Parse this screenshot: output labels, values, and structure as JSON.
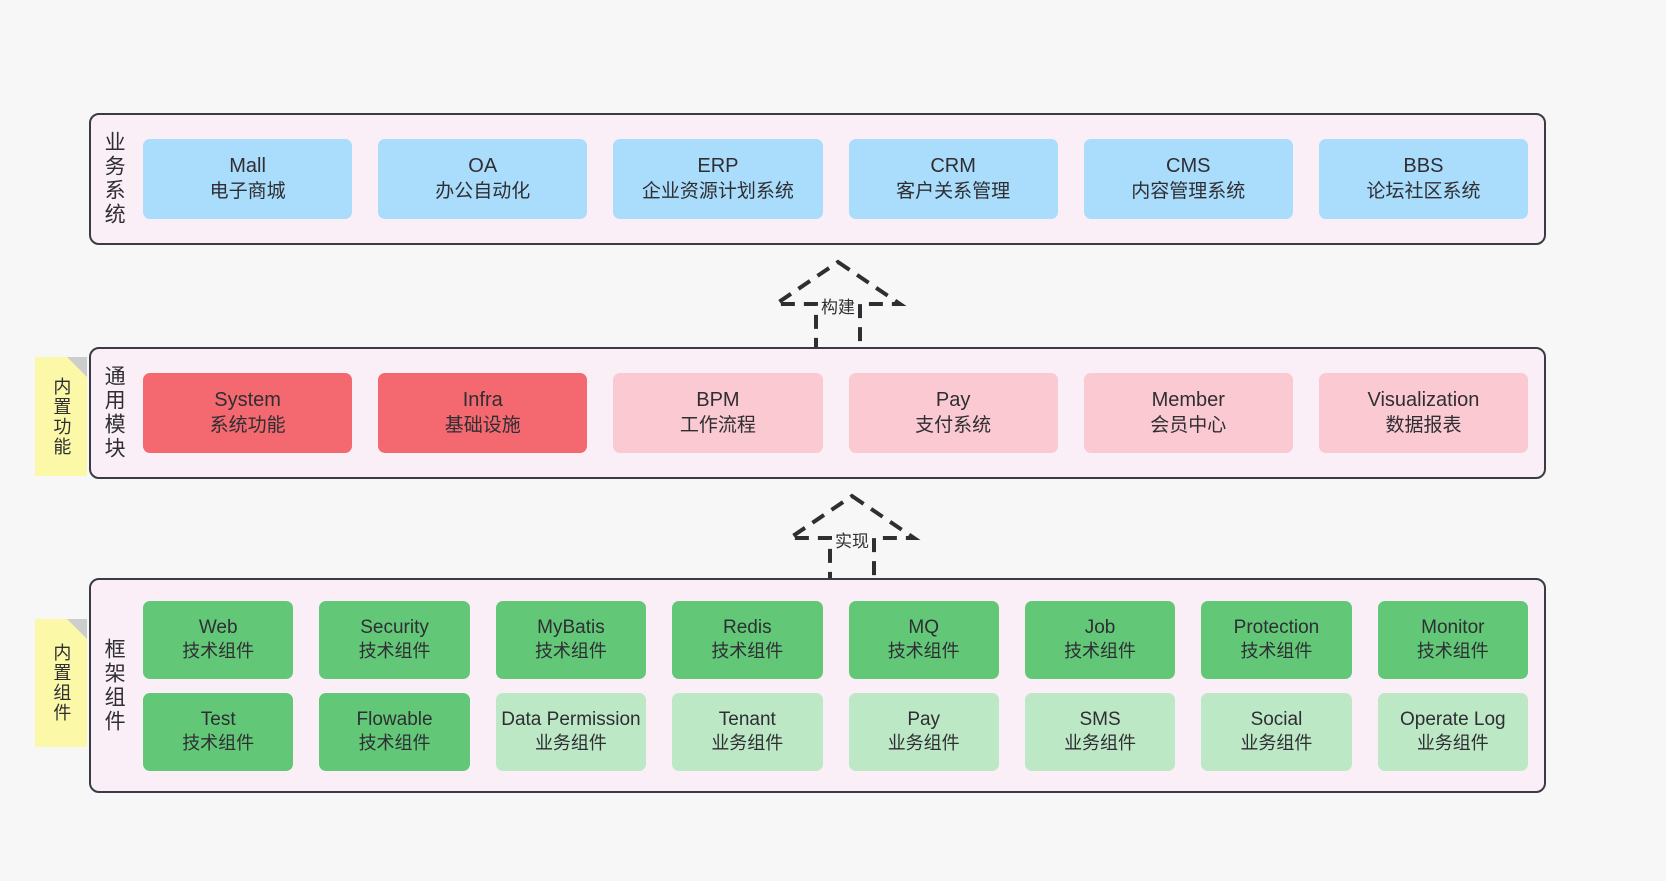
{
  "diagram": {
    "title_hidden": "",
    "background": "#f7f7f7",
    "layers": [
      {
        "id": "business",
        "title": "业务系统",
        "panel_color": "#fbeff7",
        "border_color": "#3b3b46",
        "rows": [
          [
            {
              "en": "Mall",
              "cn": "电子商城",
              "color": "#aadcfb",
              "variant": "c-blue"
            },
            {
              "en": "OA",
              "cn": "办公自动化",
              "color": "#aadcfb",
              "variant": "c-blue"
            },
            {
              "en": "ERP",
              "cn": "企业资源计划系统",
              "color": "#aadcfb",
              "variant": "c-blue"
            },
            {
              "en": "CRM",
              "cn": "客户关系管理",
              "color": "#aadcfb",
              "variant": "c-blue"
            },
            {
              "en": "CMS",
              "cn": "内容管理系统",
              "color": "#aadcfb",
              "variant": "c-blue"
            },
            {
              "en": "BBS",
              "cn": "论坛社区系统",
              "color": "#aadcfb",
              "variant": "c-blue"
            }
          ]
        ]
      },
      {
        "id": "common",
        "title": "通用模块",
        "panel_color": "#fbeff7",
        "border_color": "#3b3b46",
        "note": "内置功能",
        "rows": [
          [
            {
              "en": "System",
              "cn": "系统功能",
              "color": "#f4686f",
              "variant": "c-red"
            },
            {
              "en": "Infra",
              "cn": "基础设施",
              "color": "#f4686f",
              "variant": "c-red"
            },
            {
              "en": "BPM",
              "cn": "工作流程",
              "color": "#fbc9d2",
              "variant": "c-pink"
            },
            {
              "en": "Pay",
              "cn": "支付系统",
              "color": "#fbc9d2",
              "variant": "c-pink"
            },
            {
              "en": "Member",
              "cn": "会员中心",
              "color": "#fbc9d2",
              "variant": "c-pink"
            },
            {
              "en": "Visualization",
              "cn": "数据报表",
              "color": "#fbc9d2",
              "variant": "c-pink"
            }
          ]
        ]
      },
      {
        "id": "framework",
        "title": "框架组件",
        "panel_color": "#fbeff7",
        "border_color": "#3b3b46",
        "note": "内置组件",
        "rows": [
          [
            {
              "en": "Web",
              "cn": "技术组件",
              "color": "#62c878",
              "variant": "c-green"
            },
            {
              "en": "Security",
              "cn": "技术组件",
              "color": "#62c878",
              "variant": "c-green"
            },
            {
              "en": "MyBatis",
              "cn": "技术组件",
              "color": "#62c878",
              "variant": "c-green"
            },
            {
              "en": "Redis",
              "cn": "技术组件",
              "color": "#62c878",
              "variant": "c-green"
            },
            {
              "en": "MQ",
              "cn": "技术组件",
              "color": "#62c878",
              "variant": "c-green"
            },
            {
              "en": "Job",
              "cn": "技术组件",
              "color": "#62c878",
              "variant": "c-green"
            },
            {
              "en": "Protection",
              "cn": "技术组件",
              "color": "#62c878",
              "variant": "c-green"
            },
            {
              "en": "Monitor",
              "cn": "技术组件",
              "color": "#62c878",
              "variant": "c-green"
            }
          ],
          [
            {
              "en": "Test",
              "cn": "技术组件",
              "color": "#62c878",
              "variant": "c-green"
            },
            {
              "en": "Flowable",
              "cn": "技术组件",
              "color": "#62c878",
              "variant": "c-green"
            },
            {
              "en": "Data Permission",
              "cn": "业务组件",
              "color": "#bde8c5",
              "variant": "c-lgreen"
            },
            {
              "en": "Tenant",
              "cn": "业务组件",
              "color": "#bde8c5",
              "variant": "c-lgreen"
            },
            {
              "en": "Pay",
              "cn": "业务组件",
              "color": "#bde8c5",
              "variant": "c-lgreen"
            },
            {
              "en": "SMS",
              "cn": "业务组件",
              "color": "#bde8c5",
              "variant": "c-lgreen"
            },
            {
              "en": "Social",
              "cn": "业务组件",
              "color": "#bde8c5",
              "variant": "c-lgreen"
            },
            {
              "en": "Operate Log",
              "cn": "业务组件",
              "color": "#bde8c5",
              "variant": "c-lgreen"
            }
          ]
        ]
      }
    ],
    "arrows": [
      {
        "id": "build",
        "label": "构建",
        "style": "dashed-hollow-up"
      },
      {
        "id": "impl",
        "label": "实现",
        "style": "dashed-hollow-up"
      }
    ]
  }
}
